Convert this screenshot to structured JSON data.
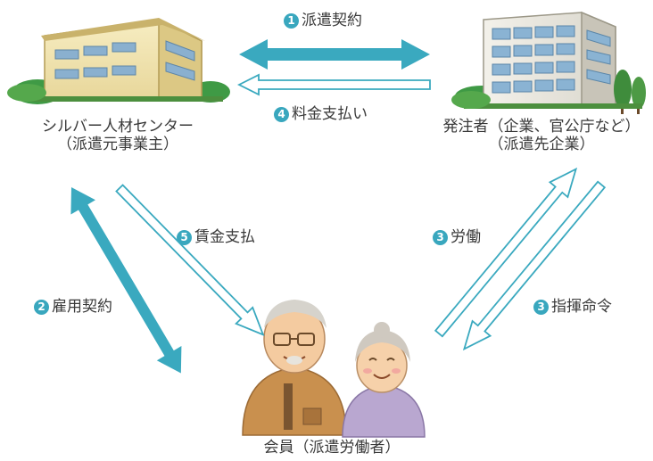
{
  "colors": {
    "teal": "#3aa9bf",
    "badge": "#39a7be",
    "text": "#3a3a3a"
  },
  "nodes": {
    "center": {
      "line1": "シルバー人材センター",
      "line2": "（派遣元事業主）"
    },
    "client": {
      "line1": "発注者（企業、官公庁など）",
      "line2": "（派遣先企業）"
    },
    "member": {
      "line1": "会員（派遣労働者）"
    }
  },
  "steps": {
    "s1": {
      "num": "1",
      "label": "派遣契約"
    },
    "s4": {
      "num": "4",
      "label": "料金支払い"
    },
    "s5": {
      "num": "5",
      "label": "賃金支払"
    },
    "s2": {
      "num": "2",
      "label": "雇用契約"
    },
    "s3a": {
      "num": "3",
      "label": "労働"
    },
    "s3b": {
      "num": "3",
      "label": "指揮命令"
    }
  },
  "icons": {
    "center": "office-building-icon",
    "client": "tall-office-building-icon",
    "member": "elderly-couple-icon"
  }
}
